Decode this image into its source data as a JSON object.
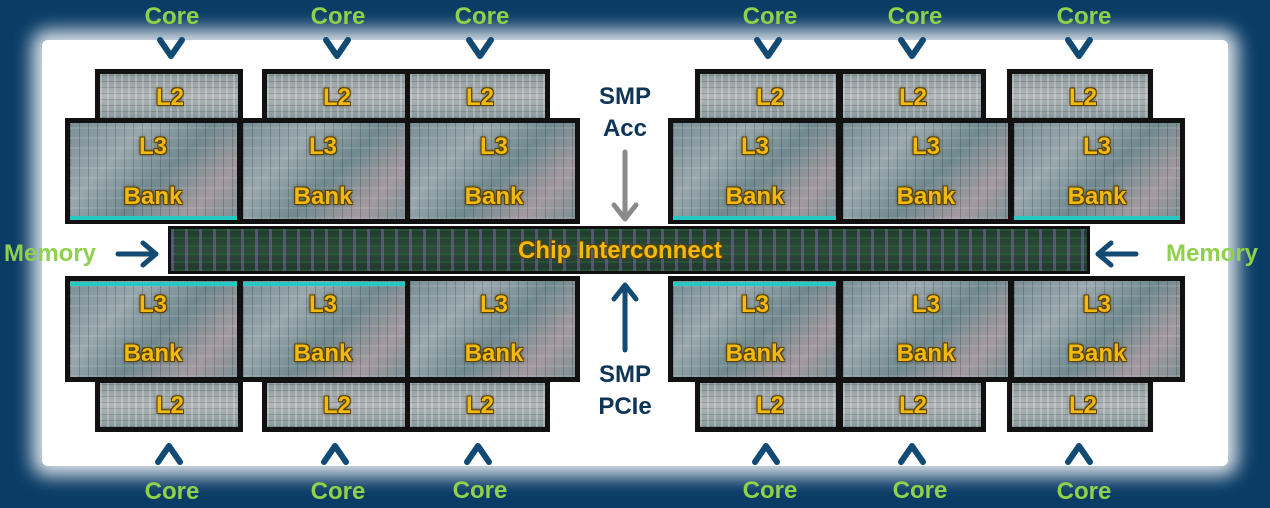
{
  "labels": {
    "core": "Core",
    "l2": "L2",
    "l3": "L3",
    "bank": "Bank",
    "memory": "Memory",
    "chip_interconnect": "Chip Interconnect",
    "smp_acc_top": "SMP",
    "smp_acc_bottom": "Acc",
    "smp_pcie_top": "SMP",
    "smp_pcie_bottom": "PCIe"
  },
  "colors": {
    "background": "#0a3c66",
    "core_label": "#8fd14a",
    "block_label": "#f2b90f",
    "smp_label": "#0f3556",
    "arrow_dark": "#114a73",
    "arrow_gray": "#8a8a8a"
  }
}
